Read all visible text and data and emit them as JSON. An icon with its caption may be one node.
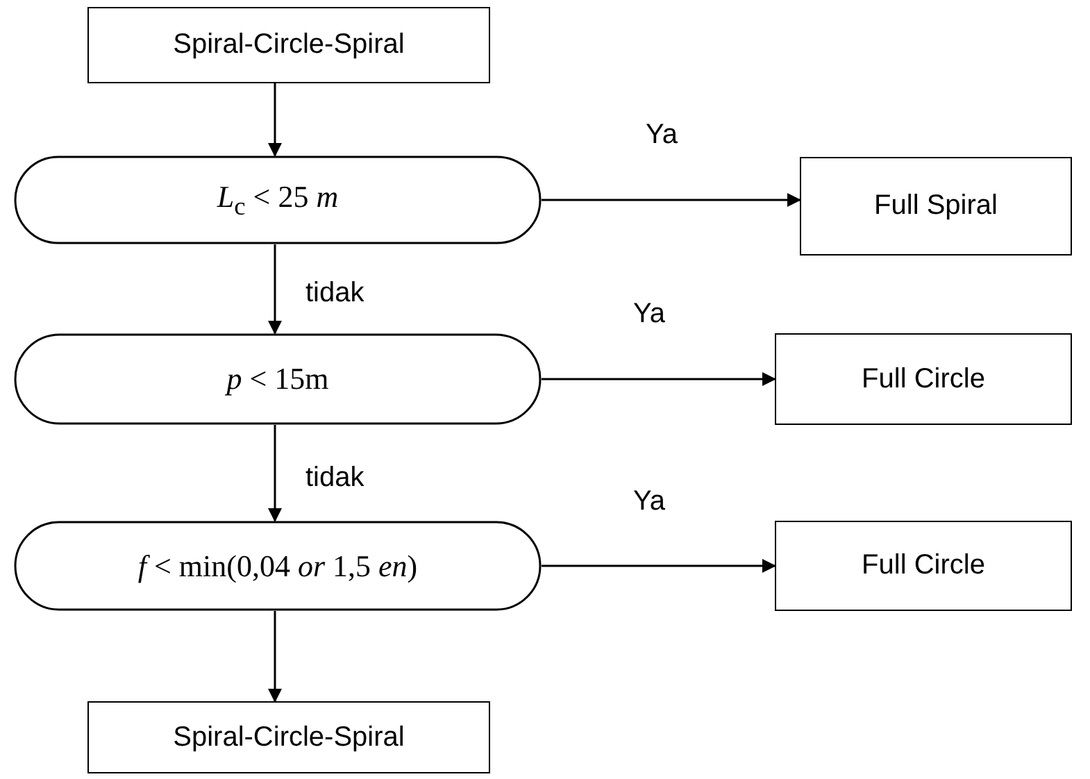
{
  "diagram": {
    "nodes": [
      {
        "text": [
          "Spiral-Circle-Spiral"
        ]
      },
      {
        "text": [
          "*L*$_{c}$ < 25 *m*"
        ]
      },
      {
        "text": [
          "Full Spiral"
        ]
      },
      {
        "text": [
          "*p* < 15m"
        ]
      },
      {
        "text": [
          "Full Circle"
        ]
      },
      {
        "text": [
          "*f* < min(0,04 *or* 1,5 *en*)"
        ]
      },
      {
        "text": [
          "Full Circle"
        ]
      },
      {
        "text": [
          "Spiral-Circle-Spiral"
        ]
      }
    ],
    "edges": [
      {
        "from": 0,
        "to": 1,
        "arrow": "to"
      },
      {
        "from": 1,
        "to": 2,
        "arrow": "to",
        "label": "Ya"
      },
      {
        "from": 1,
        "to": 3,
        "arrow": "to",
        "label": "tidak"
      },
      {
        "from": 3,
        "to": 4,
        "arrow": "to",
        "label": "Ya"
      },
      {
        "from": 3,
        "to": 5,
        "arrow": "to",
        "label": "tidak"
      },
      {
        "from": 5,
        "to": 6,
        "arrow": "to",
        "label": "Ya"
      },
      {
        "from": 5,
        "to": 7,
        "arrow": "to"
      }
    ]
  }
}
